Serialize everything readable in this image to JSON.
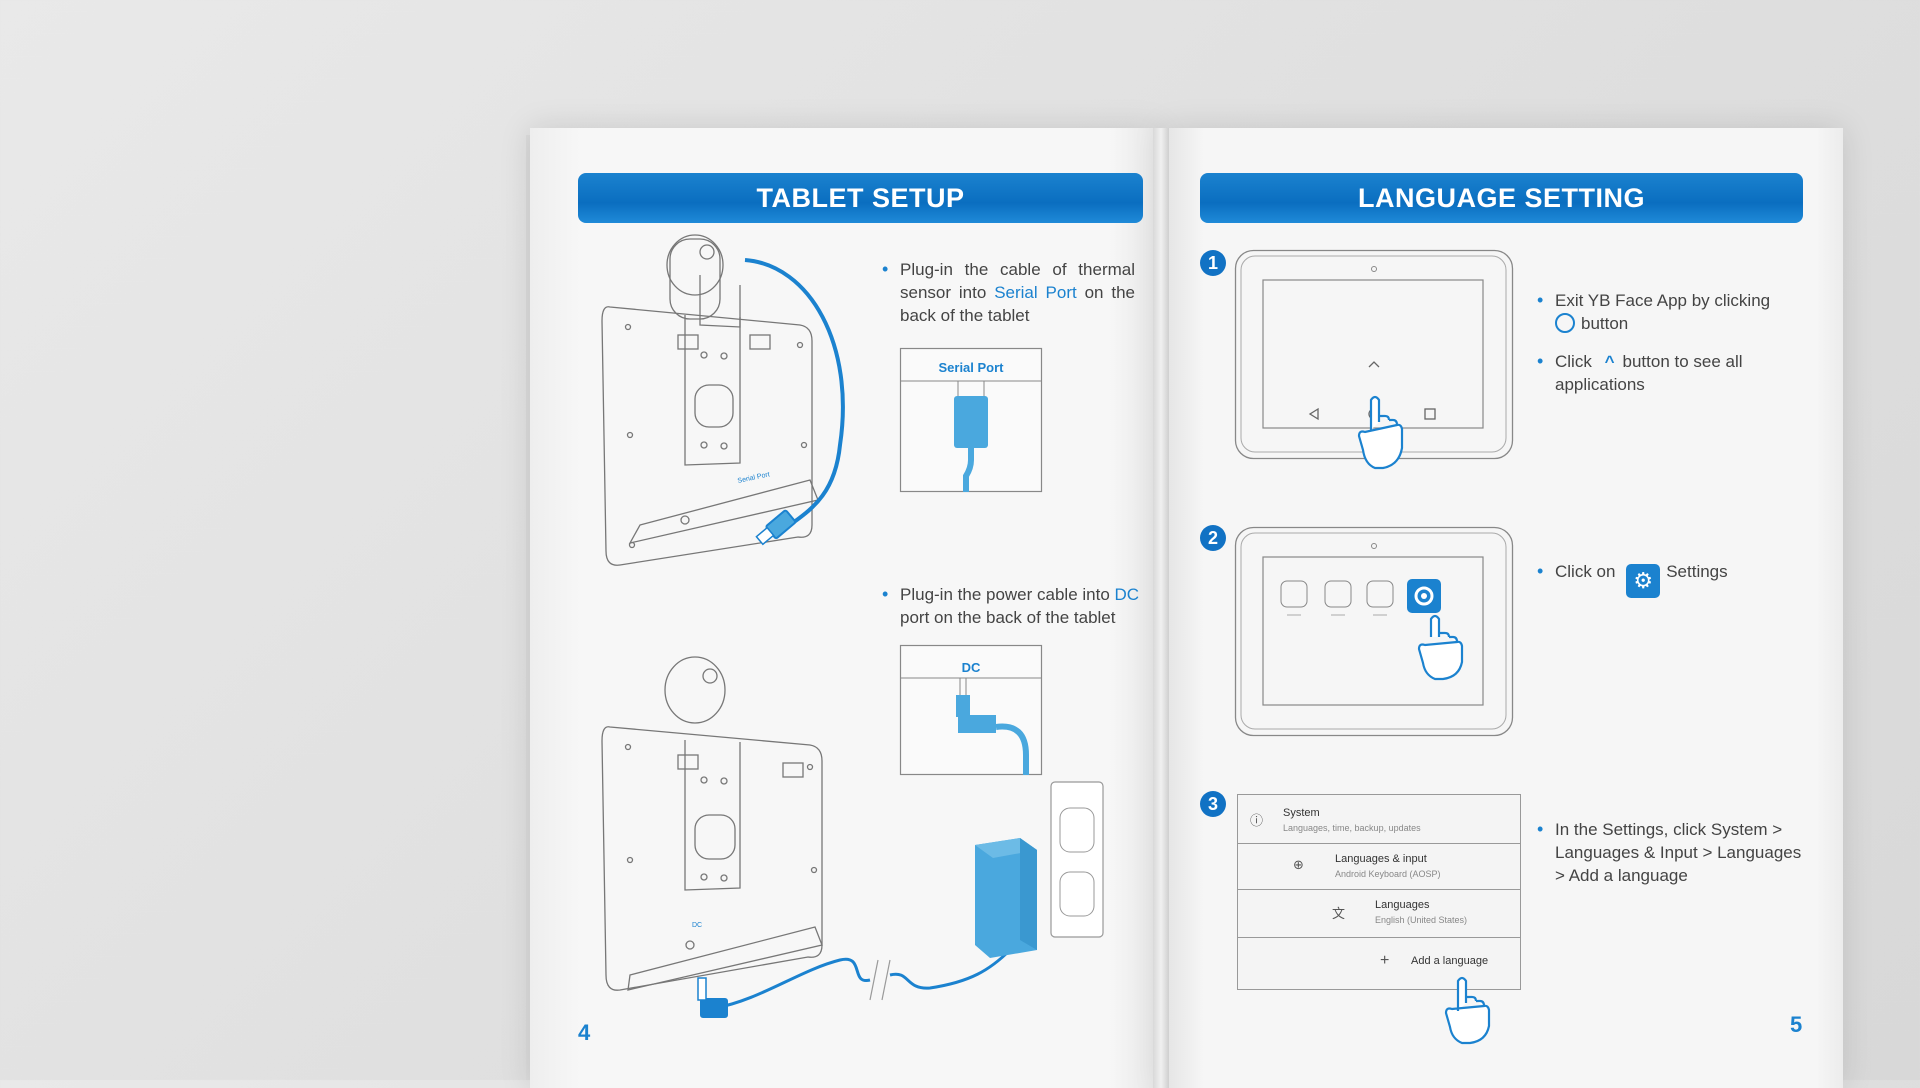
{
  "left_page": {
    "title": "TABLET SETUP",
    "page_number": "4",
    "bullet1": {
      "pre": "Plug-in the cable of thermal sensor into ",
      "highlight": "Serial Port",
      "post": " on the back of the tablet"
    },
    "serial_box_label": "Serial Port",
    "tablet_port_label": "Serial Port",
    "bullet2": {
      "pre": "Plug-in the power cable into ",
      "highlight": "DC",
      "post": " port on the back of the tablet"
    },
    "dc_box_label": "DC",
    "tablet_dc_label": "DC"
  },
  "right_page": {
    "title": "LANGUAGE SETTING",
    "page_number": "5",
    "step1": {
      "number": "1",
      "bullet1_pre": "Exit YB Face App by clicking",
      "bullet1_post": "button",
      "bullet2_pre": "Click",
      "bullet2_post": "button to see all applications"
    },
    "step2": {
      "number": "2",
      "bullet_pre": "Click on",
      "bullet_post": "Settings"
    },
    "step3": {
      "number": "3",
      "bullet": "In the Settings, click System > Languages & Input > Languages > Add a language",
      "rows": [
        {
          "title": "System",
          "subtitle": "Languages, time, backup, updates",
          "icon": "info-icon"
        },
        {
          "title": "Languages & input",
          "subtitle": "Android Keyboard (AOSP)",
          "icon": "globe-icon"
        },
        {
          "title": "Languages",
          "subtitle": "English (United States)",
          "icon": "translate-icon"
        },
        {
          "title": "Add a language",
          "subtitle": "",
          "icon": "plus-icon"
        }
      ]
    }
  },
  "colors": {
    "accent": "#1b82cf",
    "banner": "#0a6ec0",
    "device_blue": "#4aa8de"
  }
}
